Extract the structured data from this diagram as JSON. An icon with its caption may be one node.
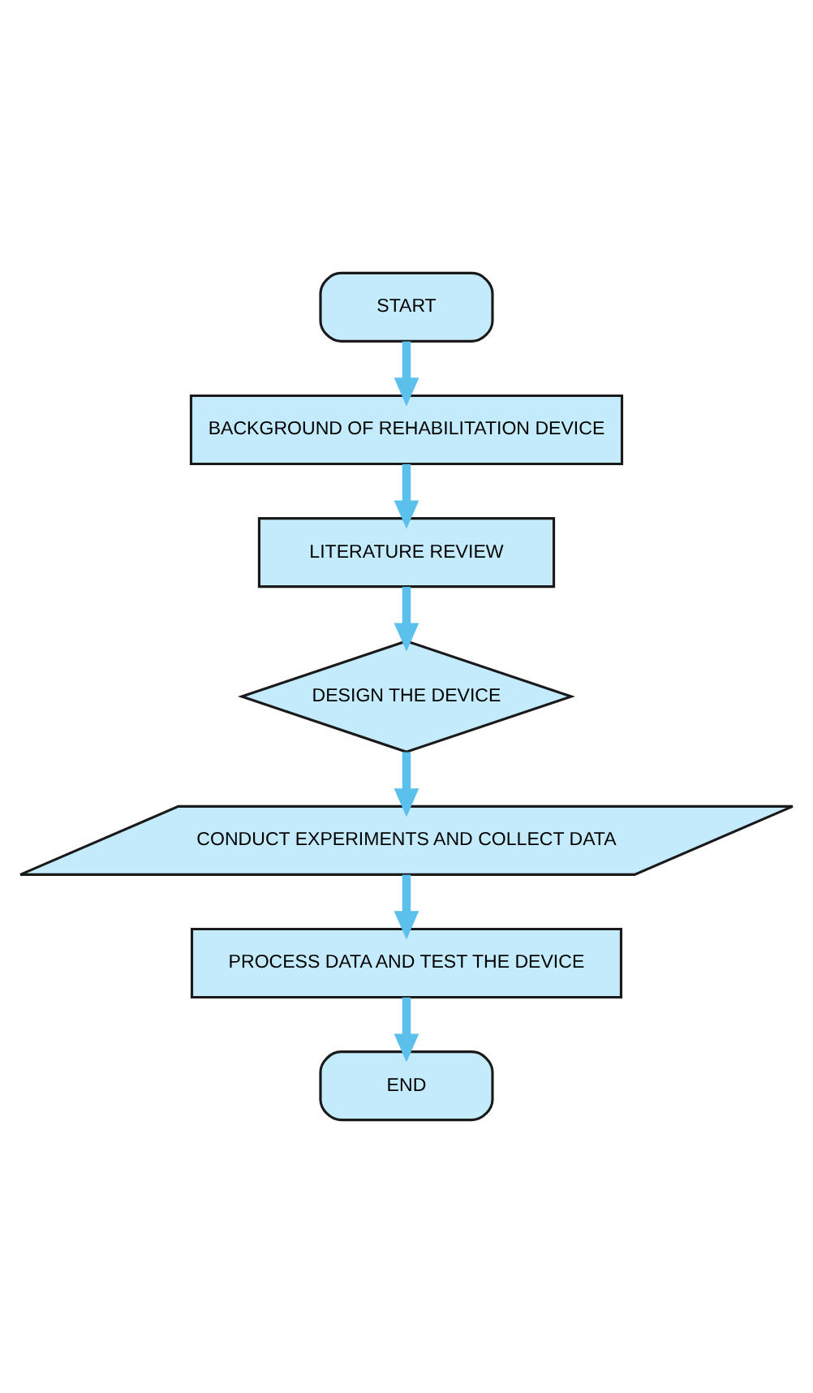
{
  "diagram": {
    "nodes": [
      {
        "text": [
          "START"
        ]
      },
      {
        "text": [
          "BACKGROUND OF REHABILITATION DEVICE"
        ]
      },
      {
        "text": [
          "LITERATURE REVIEW"
        ]
      },
      {
        "text": [
          "DESIGN THE DEVICE"
        ]
      },
      {
        "text": [
          "CONDUCT EXPERIMENTS AND COLLECT DATA"
        ]
      },
      {
        "text": [
          "PROCESS DATA AND TEST THE DEVICE"
        ]
      },
      {
        "text": [
          "END"
        ]
      }
    ],
    "edges": [
      {
        "from": 0,
        "to": 1,
        "arrow": "to"
      },
      {
        "from": 1,
        "to": 2,
        "arrow": "to"
      },
      {
        "from": 2,
        "to": 3,
        "arrow": "to"
      },
      {
        "from": 3,
        "to": 4,
        "arrow": "to"
      },
      {
        "from": 4,
        "to": 5,
        "arrow": "to"
      },
      {
        "from": 5,
        "to": 6,
        "arrow": "to"
      }
    ]
  }
}
